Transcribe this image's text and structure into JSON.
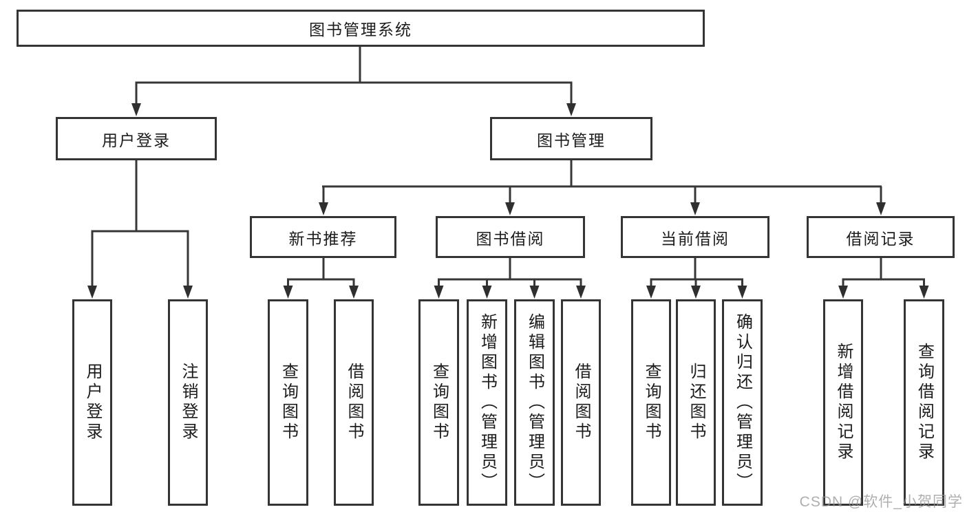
{
  "colors": {
    "line": "#373737",
    "box_border": "#343434",
    "text": "#1c1c1c",
    "watermark": "#949494"
  },
  "tree": {
    "title": "图书管理系统",
    "children": [
      {
        "label": "用户登录",
        "children": [
          {
            "label": "用户登录"
          },
          {
            "label": "注销登录"
          }
        ]
      },
      {
        "label": "图书管理",
        "children": [
          {
            "label": "新书推荐",
            "children": [
              {
                "label": "查询图书"
              },
              {
                "label": "借阅图书"
              }
            ]
          },
          {
            "label": "图书借阅",
            "children": [
              {
                "label": "查询图书"
              },
              {
                "label": "新增图书（管理员）"
              },
              {
                "label": "编辑图书（管理员）"
              },
              {
                "label": "借阅图书"
              }
            ]
          },
          {
            "label": "当前借阅",
            "children": [
              {
                "label": "查询图书"
              },
              {
                "label": "归还图书"
              },
              {
                "label": "确认归还（管理员）"
              }
            ]
          },
          {
            "label": "借阅记录",
            "children": [
              {
                "label": "新增借阅记录"
              },
              {
                "label": "查询借阅记录"
              }
            ]
          }
        ]
      }
    ]
  },
  "watermark": "CSDN @软件_小贺同学"
}
